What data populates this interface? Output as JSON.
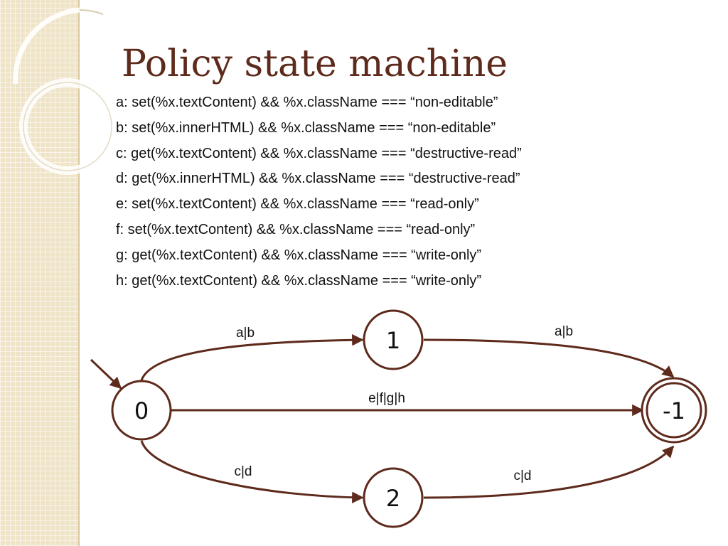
{
  "title": "Policy state machine",
  "rules": [
    {
      "label": "a",
      "text": "a: set(%x.textContent) && %x.className === “non-editable”"
    },
    {
      "label": "b",
      "text": "b: set(%x.innerHTML) && %x.className === “non-editable”"
    },
    {
      "label": "c",
      "text": "c: get(%x.textContent) && %x.className === “destructive-read”"
    },
    {
      "label": "d",
      "text": "d: get(%x.innerHTML) && %x.className === “destructive-read”"
    },
    {
      "label": "e",
      "text": "e: set(%x.textContent) && %x.className === “read-only”"
    },
    {
      "label": "f",
      "text": "f: set(%x.textContent) && %x.className === “read-only”"
    },
    {
      "label": "g",
      "text": "g: get(%x.textContent) && %x.className === “write-only”"
    },
    {
      "label": "h",
      "text": "h: get(%x.textContent) && %x.className === “write-only”"
    }
  ],
  "states": {
    "start": {
      "label": "0",
      "initial": true,
      "accepting": false
    },
    "one": {
      "label": "1",
      "initial": false,
      "accepting": false
    },
    "two": {
      "label": "2",
      "initial": false,
      "accepting": false
    },
    "sink": {
      "label": "-1",
      "initial": false,
      "accepting": true
    }
  },
  "transitions": [
    {
      "from": "0",
      "to": "1",
      "label": "a|b"
    },
    {
      "from": "1",
      "to": "-1",
      "label": "a|b"
    },
    {
      "from": "0",
      "to": "-1",
      "label": "e|f|g|h"
    },
    {
      "from": "0",
      "to": "2",
      "label": "c|d"
    },
    {
      "from": "2",
      "to": "-1",
      "label": "c|d"
    }
  ],
  "colors": {
    "accent": "#5e2a1c",
    "band": "#efe4c8",
    "text": "#111111"
  }
}
